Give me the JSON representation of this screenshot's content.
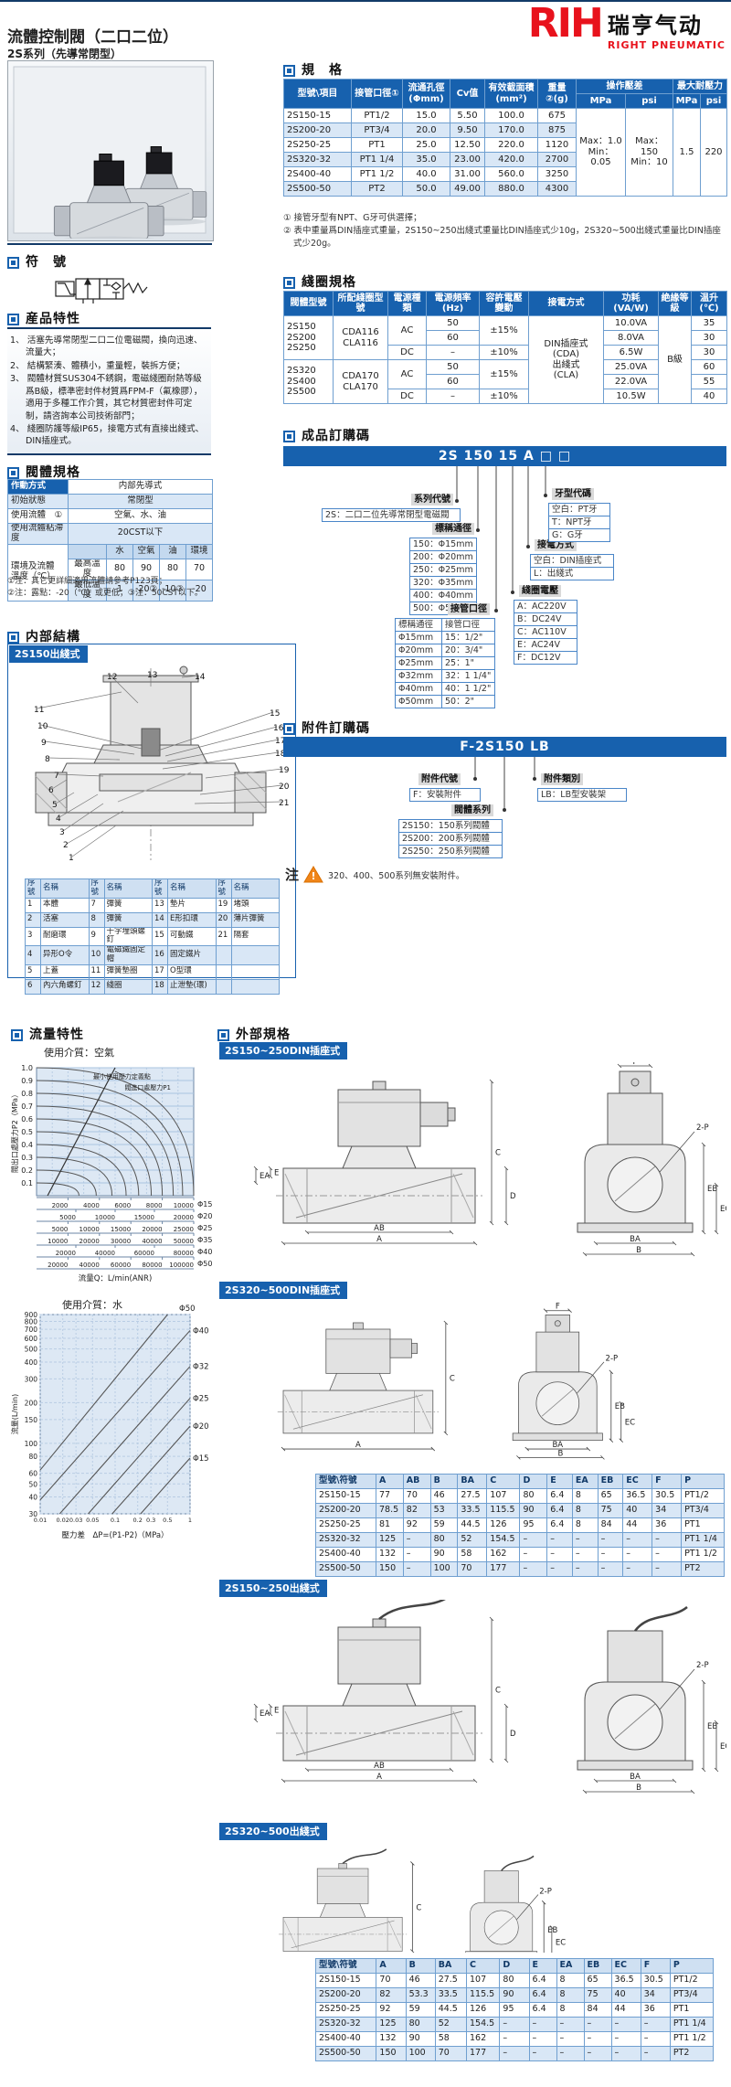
{
  "header": {
    "title": "流體控制閥（二口二位）",
    "subtitle": "2S系列（先導常閉型）",
    "logo_text": "RIH",
    "logo_cn": "瑞亨气动",
    "logo_en": "RIGHT PNEUMATIC",
    "logo_color": "#e8121c"
  },
  "colors": {
    "accent": "#1761ae",
    "row_alt": "#d9e7f6",
    "border": "#6f9fd0",
    "navy_rule": "#123a68",
    "warn_orange": "#f08519"
  },
  "sections": {
    "symbol": "符　號",
    "features": "産品特性",
    "body": "閥體規格",
    "internal": "内部結構",
    "spec": "規　格",
    "coil": "綫圈規格",
    "order": "成品訂購碼",
    "accessory": "附件訂購碼",
    "flow": "流量特性",
    "external": "外部規格"
  },
  "features": [
    "1、 活塞先導常閉型二口二位電磁閥，換向迅速、流量大；",
    "2、 結構緊湊、體積小，重量輕，裝拆方便；",
    "3、 閥體材質SUS304不銹鋼，電磁綫圈耐熱等級爲B級，標準密封件材質爲FPM-F（氟橡膠），適用于多種工作介質，其它材質密封件可定制，請咨詢本公司技術部門；",
    "4、 綫圈防護等級IP65，接電方式有直接出綫式、DIN插座式。"
  ],
  "spec_table": {
    "headers_row1": [
      "型號\\項目",
      "接管口徑①",
      "流通孔徑(Φmm)",
      "Cv值",
      "有效截面積(mm²)",
      "重量②(g)",
      "操作壓差",
      "最大耐壓力"
    ],
    "headers_row2": [
      "MPa",
      "psi",
      "MPa",
      "psi"
    ],
    "rows": [
      [
        "2S150-15",
        "PT1/2",
        "15.0",
        "5.50",
        "100.0",
        "675"
      ],
      [
        "2S200-20",
        "PT3/4",
        "20.0",
        "9.50",
        "170.0",
        "875"
      ],
      [
        "2S250-25",
        "PT1",
        "25.0",
        "12.50",
        "220.0",
        "1120"
      ],
      [
        "2S320-32",
        "PT1 1/4",
        "35.0",
        "23.00",
        "420.0",
        "2700"
      ],
      [
        "2S400-40",
        "PT1 1/2",
        "40.0",
        "31.00",
        "560.0",
        "3250"
      ],
      [
        "2S500-50",
        "PT2",
        "50.0",
        "49.00",
        "880.0",
        "4300"
      ]
    ],
    "merged": {
      "mpa": "Max：1.0|Min：0.05",
      "psi": "Max：150|Min：10",
      "max_mpa": "1.5",
      "max_psi": "220"
    },
    "notes": [
      "① 接管牙型有NPT、G牙可供選擇；",
      "② 表中重量爲DIN插座式重量，2S150~250出綫式重量比DIN插座式少10g，2S320~500出綫式重量比DIN插座式少20g。"
    ]
  },
  "coil_table": {
    "headers": [
      "閥體型號",
      "所配綫圈型號",
      "電源種類",
      "電源頻率(Hz)",
      "容許電壓變動",
      "接電方式",
      "功耗(VA/W)",
      "絶緣等級",
      "温升(℃)"
    ],
    "groups": [
      {
        "models": "2S150|2S200|2S250",
        "coil": "CDA116|CLA116",
        "ac": [
          [
            "50",
            "10.0VA",
            "35"
          ],
          [
            "60",
            "8.0VA",
            "30"
          ]
        ],
        "ac_tol": "±15%",
        "dc": [
          "–",
          "±10%",
          "6.5W",
          "30"
        ]
      },
      {
        "models": "2S320|2S400|2S500",
        "coil": "CDA170|CLA170",
        "ac": [
          [
            "50",
            "25.0VA",
            "60"
          ],
          [
            "60",
            "22.0VA",
            "55"
          ]
        ],
        "ac_tol": "±15%",
        "dc": [
          "–",
          "±10%",
          "10.5W",
          "40"
        ]
      }
    ],
    "connection": "DIN插座式|(CDA)|出綫式|(CLA)",
    "insulation": "B級"
  },
  "body_table": {
    "rows": [
      [
        "作動方式",
        "内部先導式"
      ],
      [
        "初始狀態",
        "常閉型"
      ],
      [
        "使用流體　①",
        "空氣、水、油"
      ],
      [
        "使用流體粘滯度",
        "20CST以下"
      ]
    ],
    "temp": {
      "label": "環境及流體|溫度（℃）",
      "cols": [
        "水",
        "空氣",
        "油",
        "環境"
      ],
      "max_label": "最高溫度",
      "max": [
        "80",
        "90",
        "80",
        "70"
      ],
      "min_label": "最低溫度",
      "min": [
        "1",
        "-20②",
        "-10③",
        "-20"
      ]
    },
    "notes": [
      "①注：其它更詳細適用流體請參考P123頁；",
      "②注：露點：-20（℃）或更低；③注：50CST以下。"
    ]
  },
  "internal": {
    "label": "2S150出綫式",
    "parts": [
      "本體",
      "活塞",
      "耐磨環",
      "异形O令",
      "上蓋",
      "內六角螺釘",
      "彈簧",
      "彈簧",
      "十字埋頭螺釘",
      "電磁鐵固定帽",
      "彈簧墊圈",
      "綫圈",
      "墊片",
      "E形扣環",
      "可動鐵",
      "固定鐵片",
      "O型環",
      "止泄墊(環)",
      "堵頭",
      "薄片彈簧",
      "隔套"
    ],
    "idx_header": "序號",
    "name_header": "名稱"
  },
  "order_code": {
    "banner": "2S 150 15 A □ □",
    "series": {
      "label": "系列代號",
      "items": [
        "2S：二口二位先導常閉型電磁閥"
      ]
    },
    "bore": {
      "label": "標稱通徑",
      "items": [
        "150：Φ15mm",
        "200：Φ20mm",
        "250：Φ25mm",
        "320：Φ35mm",
        "400：Φ40mm",
        "500：Φ50mm"
      ]
    },
    "port": {
      "label": "接管口徑",
      "headers": [
        "標稱通徑",
        "接管口徑"
      ],
      "rows": [
        [
          "Φ15mm",
          "15：1/2\""
        ],
        [
          "Φ20mm",
          "20：3/4\""
        ],
        [
          "Φ25mm",
          "25：1\""
        ],
        [
          "Φ32mm",
          "32：1 1/4\""
        ],
        [
          "Φ40mm",
          "40：1 1/2\""
        ],
        [
          "Φ50mm",
          "50：2\""
        ]
      ]
    },
    "thread": {
      "label": "牙型代碼",
      "items": [
        "空白：PT牙",
        "T：NPT牙",
        "G：G牙"
      ]
    },
    "conn": {
      "label": "接電方式",
      "items": [
        "空白：DIN插座式",
        "L：出綫式"
      ]
    },
    "volt": {
      "label": "綫圈電壓",
      "items": [
        "A：AC220V",
        "B：DC24V",
        "C：AC110V",
        "E：AC24V",
        "F：DC12V"
      ]
    }
  },
  "accessory_code": {
    "banner": "F-2S150 LB",
    "acc": {
      "label": "附件代號",
      "items": [
        "F：安裝附件"
      ]
    },
    "series": {
      "label": "閥體系列",
      "items": [
        "2S150：150系列閥體",
        "2S200：200系列閥體",
        "2S250：250系列閥體"
      ]
    },
    "type": {
      "label": "附件類別",
      "items": [
        "LB：LB型安裝架"
      ]
    },
    "note_prefix": "注",
    "note": "320、400、500系列無安裝附件。"
  },
  "chart_data": [
    {
      "type": "line",
      "title": "使用介質：空氣",
      "ylabel": "閥出口處壓力P2（MPa）",
      "yticks": [
        1.0,
        0.9,
        0.8,
        0.7,
        0.6,
        0.5,
        0.4,
        0.3,
        0.2,
        0.1
      ],
      "ylim": [
        0,
        1.0
      ],
      "grid": true,
      "annotations": [
        "最小使用壓力定義點",
        "閥進口處壓力P1"
      ],
      "curves": [
        {
          "p1": 0.1,
          "end": 0.27
        },
        {
          "p1": 0.2,
          "end": 0.38
        },
        {
          "p1": 0.3,
          "end": 0.48
        },
        {
          "p1": 0.4,
          "end": 0.57
        },
        {
          "p1": 0.5,
          "end": 0.65
        },
        {
          "p1": 0.6,
          "end": 0.73
        },
        {
          "p1": 0.7,
          "end": 0.8
        },
        {
          "p1": 0.8,
          "end": 0.87
        },
        {
          "p1": 0.9,
          "end": 0.93
        },
        {
          "p1": 1.0,
          "end": 1.0
        }
      ],
      "min_pressure_line": {
        "x1": 0.07,
        "y1": 0.0,
        "x2": 0.5,
        "y2": 1.0
      },
      "x_scales": [
        {
          "size": "Φ15",
          "ticks": [
            "2000",
            "4000",
            "6000",
            "8000",
            "10000"
          ]
        },
        {
          "size": "Φ20",
          "ticks": [
            "5000",
            "10000",
            "15000",
            "20000"
          ]
        },
        {
          "size": "Φ25",
          "ticks": [
            "5000",
            "10000",
            "15000",
            "20000",
            "25000"
          ]
        },
        {
          "size": "Φ35",
          "ticks": [
            "10000",
            "20000",
            "30000",
            "40000",
            "50000"
          ]
        },
        {
          "size": "Φ40",
          "ticks": [
            "20000",
            "40000",
            "60000",
            "80000"
          ]
        },
        {
          "size": "Φ50",
          "ticks": [
            "20000",
            "40000",
            "60000",
            "80000",
            "100000"
          ]
        }
      ],
      "xlabel": "流量Q：L/min(ANR)"
    },
    {
      "type": "line",
      "title": "使用介質：水",
      "top_right_label": "Φ50",
      "ylabel": "流量(L/min)",
      "scale": "log-log",
      "yticks": [
        900,
        800,
        700,
        600,
        500,
        400,
        300,
        200,
        150,
        100,
        80,
        60,
        50,
        40,
        30
      ],
      "xticks": [
        "0.01",
        "0.02",
        "0.03",
        "0.05",
        "0.1",
        "0.2",
        "0.3",
        "0.5",
        "1"
      ],
      "xlabel": "壓力差　ΔP=(P1-P2)（MPa）",
      "lines": [
        {
          "name": "Φ50",
          "x1": 0.0,
          "y1": 0.22,
          "x2": 0.85,
          "y2": 1.0
        },
        {
          "name": "Φ40",
          "x1": 0.0,
          "y1": 0.07,
          "x2": 1.0,
          "y2": 0.92
        },
        {
          "name": "Φ32",
          "x1": 0.13,
          "y1": 0.0,
          "x2": 1.0,
          "y2": 0.74
        },
        {
          "name": "Φ25",
          "x1": 0.32,
          "y1": 0.0,
          "x2": 1.0,
          "y2": 0.58
        },
        {
          "name": "Φ20",
          "x1": 0.48,
          "y1": 0.0,
          "x2": 1.0,
          "y2": 0.44
        },
        {
          "name": "Φ15",
          "x1": 0.67,
          "y1": 0.0,
          "x2": 1.0,
          "y2": 0.28
        }
      ]
    }
  ],
  "external": {
    "labels": [
      "2S150~250DIN插座式",
      "2S320~500DIN插座式",
      "2S150~250出綫式",
      "2S320~500出綫式"
    ],
    "dims_front": [
      "EA",
      "E",
      "AB",
      "A",
      "C",
      "D"
    ],
    "dims_side": [
      "F",
      "BA",
      "B",
      "EB",
      "EC",
      "2-P"
    ],
    "din_table": {
      "headers": [
        "型號\\符號",
        "A",
        "AB",
        "B",
        "BA",
        "C",
        "D",
        "E",
        "EA",
        "EB",
        "EC",
        "F",
        "P"
      ],
      "rows": [
        [
          "2S150-15",
          "77",
          "70",
          "46",
          "27.5",
          "107",
          "80",
          "6.4",
          "8",
          "65",
          "36.5",
          "30.5",
          "PT1/2"
        ],
        [
          "2S200-20",
          "78.5",
          "82",
          "53",
          "33.5",
          "115.5",
          "90",
          "6.4",
          "8",
          "75",
          "40",
          "34",
          "PT3/4"
        ],
        [
          "2S250-25",
          "81",
          "92",
          "59",
          "44.5",
          "126",
          "95",
          "6.4",
          "8",
          "84",
          "44",
          "36",
          "PT1"
        ],
        [
          "2S320-32",
          "125",
          "–",
          "80",
          "52",
          "154.5",
          "–",
          "–",
          "–",
          "–",
          "–",
          "–",
          "PT1 1/4"
        ],
        [
          "2S400-40",
          "132",
          "–",
          "90",
          "58",
          "162",
          "–",
          "–",
          "–",
          "–",
          "–",
          "–",
          "PT1 1/2"
        ],
        [
          "2S500-50",
          "150",
          "–",
          "100",
          "70",
          "177",
          "–",
          "–",
          "–",
          "–",
          "–",
          "–",
          "PT2"
        ]
      ]
    },
    "lead_table": {
      "headers": [
        "型號\\符號",
        "A",
        "B",
        "BA",
        "C",
        "D",
        "E",
        "EA",
        "EB",
        "EC",
        "F",
        "P"
      ],
      "rows": [
        [
          "2S150-15",
          "70",
          "46",
          "27.5",
          "107",
          "80",
          "6.4",
          "8",
          "65",
          "36.5",
          "30.5",
          "PT1/2"
        ],
        [
          "2S200-20",
          "82",
          "53.3",
          "33.5",
          "115.5",
          "90",
          "6.4",
          "8",
          "75",
          "40",
          "34",
          "PT3/4"
        ],
        [
          "2S250-25",
          "92",
          "59",
          "44.5",
          "126",
          "95",
          "6.4",
          "8",
          "84",
          "44",
          "36",
          "PT1"
        ],
        [
          "2S320-32",
          "125",
          "80",
          "52",
          "154.5",
          "–",
          "–",
          "–",
          "–",
          "–",
          "–",
          "PT1 1/4"
        ],
        [
          "2S400-40",
          "132",
          "90",
          "58",
          "162",
          "–",
          "–",
          "–",
          "–",
          "–",
          "–",
          "PT1 1/2"
        ],
        [
          "2S500-50",
          "150",
          "100",
          "70",
          "177",
          "–",
          "–",
          "–",
          "–",
          "–",
          "–",
          "PT2"
        ]
      ]
    }
  }
}
